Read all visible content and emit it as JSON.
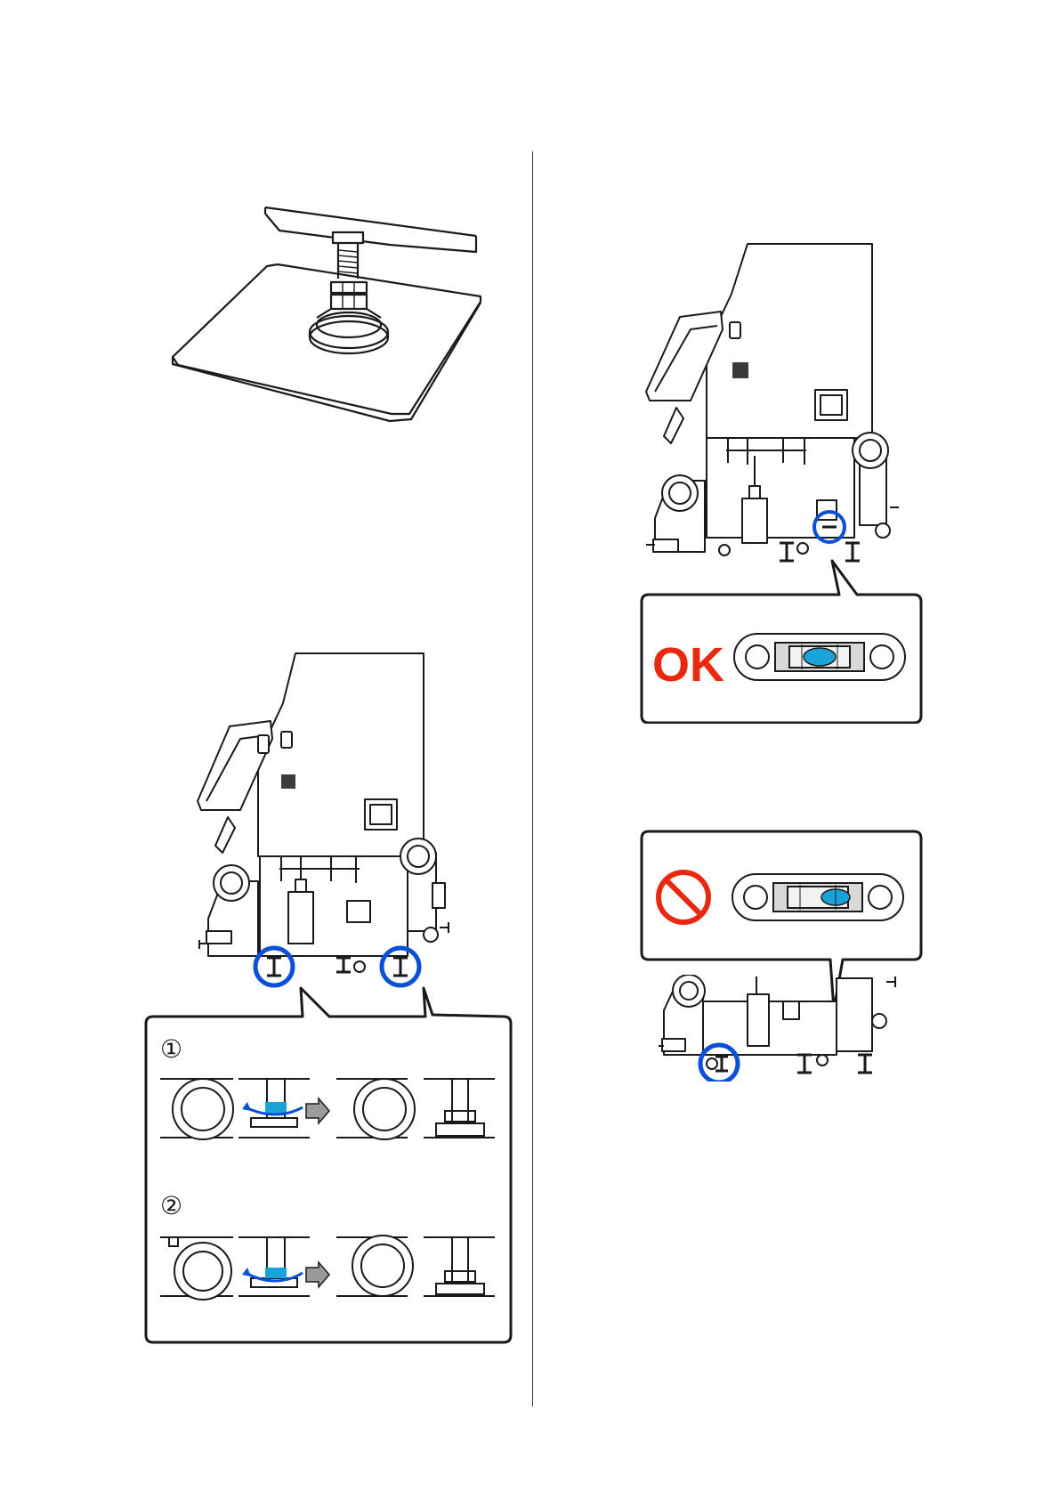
{
  "page": {
    "background": "#ffffff"
  },
  "left_column": {
    "figure_leveling_pad": {
      "icon": "leveling-foot-on-plate"
    },
    "figure_printer_front": {
      "icon": "printer-side-view"
    },
    "steps": [
      {
        "number_label": "①"
      },
      {
        "number_label": "②"
      }
    ]
  },
  "right_column": {
    "figure_ok": {
      "label": "OK"
    },
    "figure_ng": {
      "icon": "prohibited-icon"
    }
  },
  "colors": {
    "highlight_ring": "#0a4fd8",
    "level_bubble": "#1aa3d8",
    "ok_red": "#e8280f",
    "line": "#1a1a1a",
    "arrow_gray": "#9a9a9a"
  }
}
